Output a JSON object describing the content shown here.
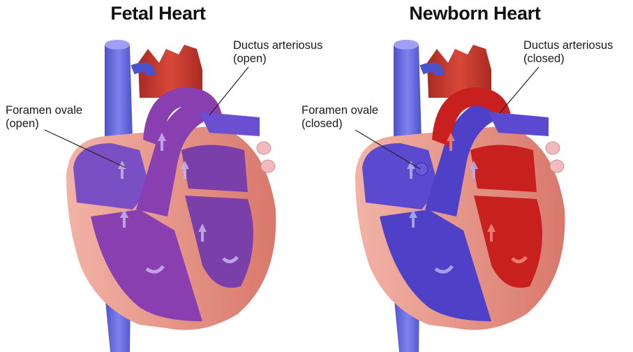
{
  "fetal": {
    "title": "Fetal Heart",
    "ductus_label_line1": "Ductus arteriosus",
    "ductus_label_line2": "(open)",
    "foramen_label_line1": "Foramen ovale",
    "foramen_label_line2": "(open)"
  },
  "newborn": {
    "title": "Newborn Heart",
    "ductus_label_line1": "Ductus arteriosus",
    "ductus_label_line2": "(closed)",
    "foramen_label_line1": "Foramen ovale",
    "foramen_label_line2": "(closed)"
  },
  "colors": {
    "oxygenated": "#c8201e",
    "deoxygenated": "#5b4ad0",
    "mixed": "#8a3fb0",
    "muscle": "#e9958a",
    "vein": "#6b6ce0",
    "artery": "#c9372c",
    "pulmonary_vein": "#f3b8c0"
  }
}
